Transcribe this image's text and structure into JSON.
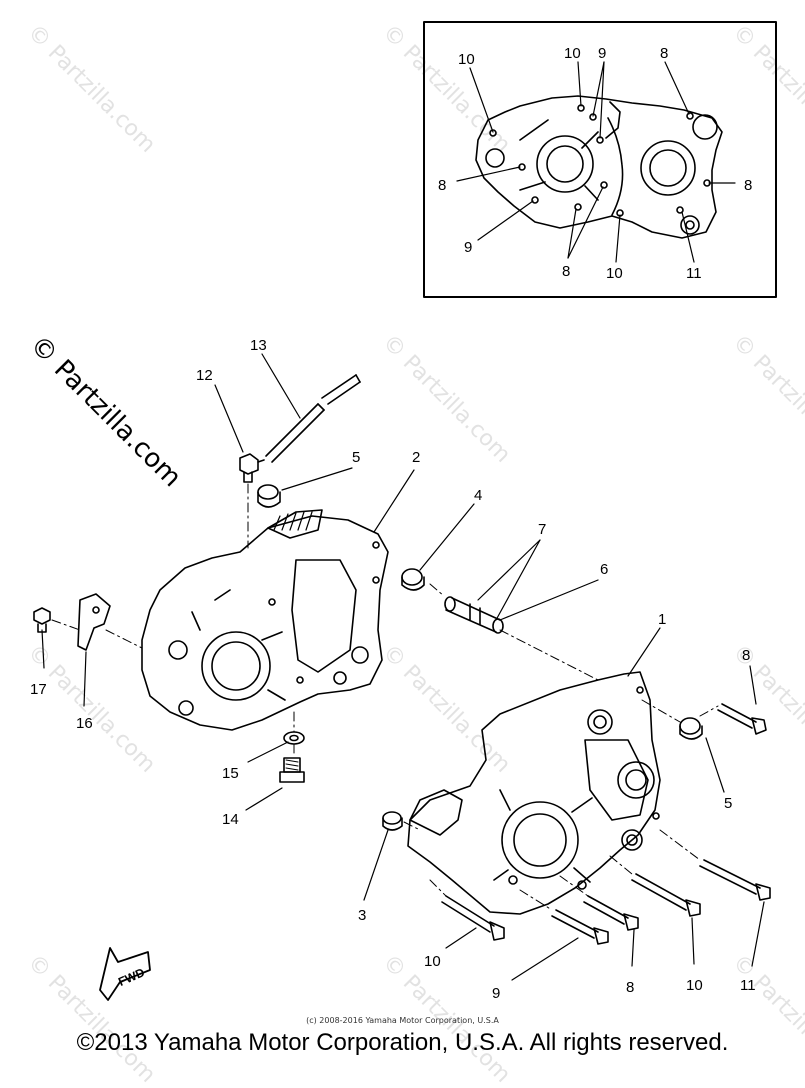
{
  "watermark": "© Partzilla.com",
  "callouts": {
    "inset_10a": "10",
    "inset_10b": "10",
    "inset_9a": "9",
    "inset_8a": "8",
    "inset_8b": "8",
    "inset_8c": "8",
    "inset_9b": "9",
    "inset_8d": "8",
    "inset_10c": "10",
    "inset_11": "11",
    "p13": "13",
    "p12": "12",
    "p5a": "5",
    "p2": "2",
    "p4": "4",
    "p7": "7",
    "p6": "6",
    "p1": "1",
    "p8a": "8",
    "p17": "17",
    "p16": "16",
    "p15": "15",
    "p14": "14",
    "p5b": "5",
    "p3": "3",
    "p10a": "10",
    "p9": "9",
    "p8b": "8",
    "p10b": "10",
    "p11": "11"
  },
  "fwd_label": "FWD",
  "small_copyright": "(c) 2008-2016 Yamaha Motor Corporation, U.S.A",
  "copyright": "©2013 Yamaha Motor Corporation, U.S.A. All rights reserved."
}
